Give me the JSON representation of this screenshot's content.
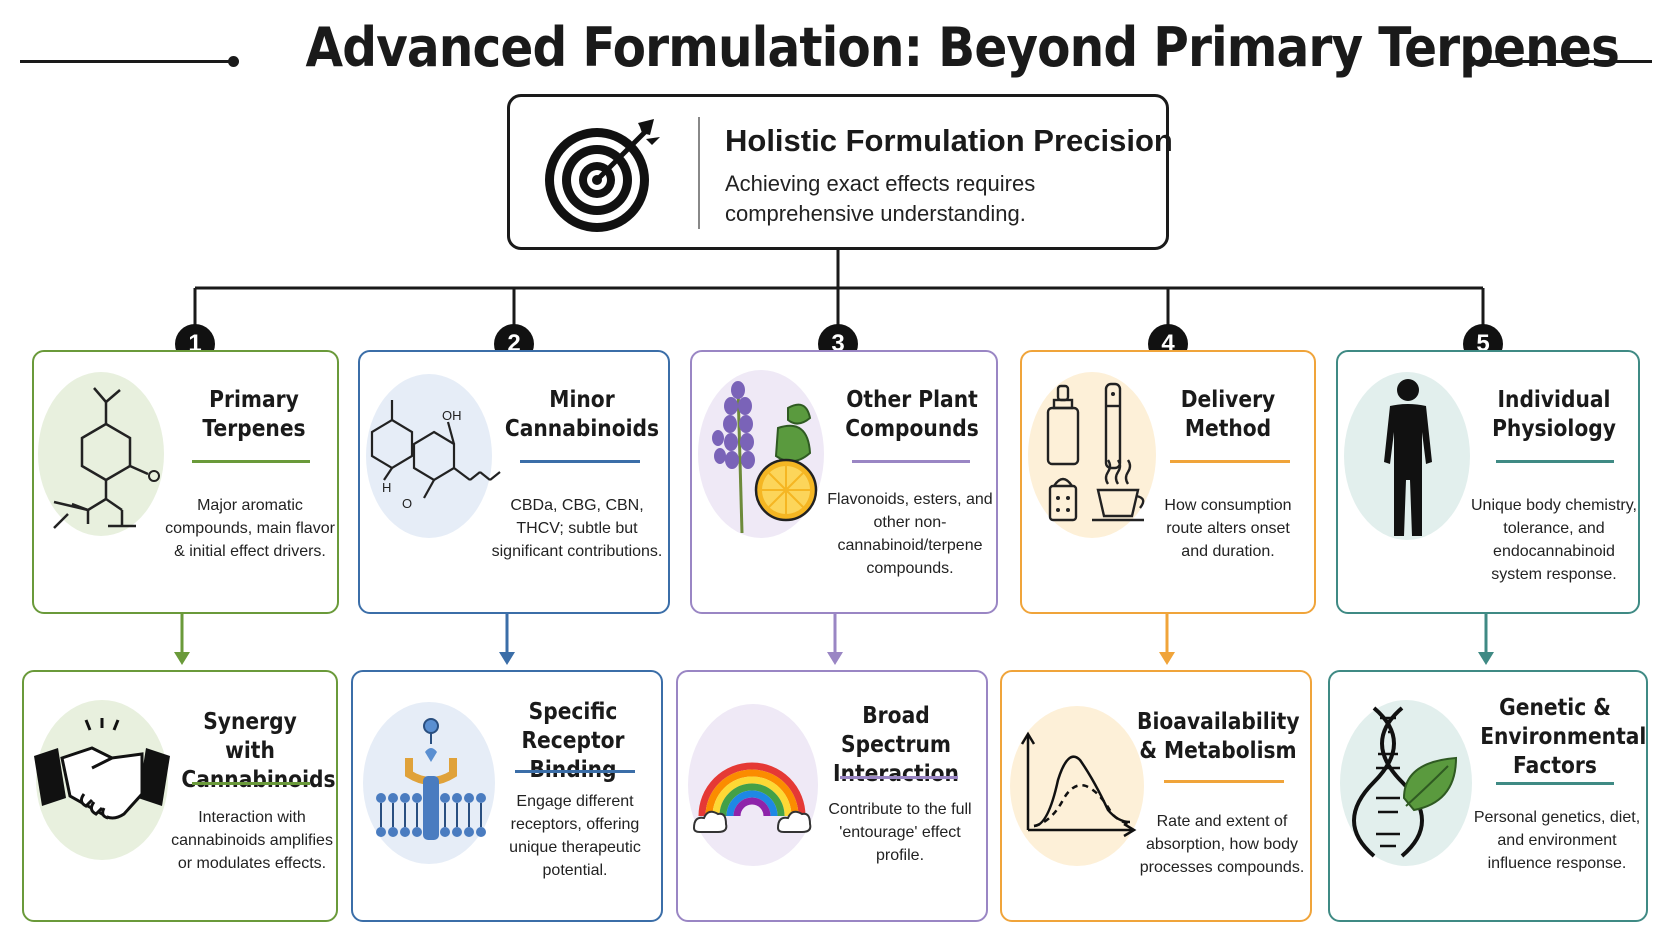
{
  "title": "Advanced Formulation: Beyond Primary Terpenes",
  "hero": {
    "icon": "target-icon",
    "title": "Holistic Formulation Precision",
    "description": "Achieving exact effects requires comprehensive understanding."
  },
  "colors": {
    "green": "#6a9a3a",
    "blue": "#3b6ea8",
    "purple": "#9a86c4",
    "orange": "#f0a43a",
    "teal": "#3f8a84",
    "ink": "#1a1a1a"
  },
  "columns": [
    {
      "number": "1",
      "top": {
        "icon": "molecule-icon",
        "title": "Primary Terpenes",
        "description": "Major aromatic compounds, main flavor & initial effect drivers."
      },
      "bottom": {
        "icon": "handshake-icon",
        "title": "Synergy with Cannabinoids",
        "description": "Interaction with cannabinoids amplifies or modulates effects."
      }
    },
    {
      "number": "2",
      "top": {
        "icon": "cannabinoid-molecule-icon",
        "title": "Minor Cannabinoids",
        "description": "CBDa, CBG, CBN, THCV; subtle but significant contributions."
      },
      "bottom": {
        "icon": "receptor-icon",
        "title": "Specific Receptor Binding",
        "description": "Engage different receptors, offering unique therapeutic potential."
      }
    },
    {
      "number": "3",
      "top": {
        "icon": "lavender-citrus-icon",
        "title": "Other Plant Compounds",
        "description": "Flavonoids, esters, and other non-cannabinoid/terpene compounds."
      },
      "bottom": {
        "icon": "rainbow-icon",
        "title": "Broad Spectrum Interaction",
        "description": "Contribute to the full 'entourage' effect profile."
      }
    },
    {
      "number": "4",
      "top": {
        "icon": "delivery-icons",
        "title": "Delivery Method",
        "description": "How consumption route alters onset and duration."
      },
      "bottom": {
        "icon": "curve-graph-icon",
        "title": "Bioavailability & Metabolism",
        "description": "Rate and extent of absorption, how body processes compounds."
      }
    },
    {
      "number": "5",
      "top": {
        "icon": "human-silhouette-icon",
        "title": "Individual Physiology",
        "description": "Unique body chemistry, tolerance, and endocannabinoid system response."
      },
      "bottom": {
        "icon": "dna-leaf-icon",
        "title": "Genetic & Environmental Factors",
        "description": "Personal genetics, diet, and environment influence response."
      }
    }
  ]
}
